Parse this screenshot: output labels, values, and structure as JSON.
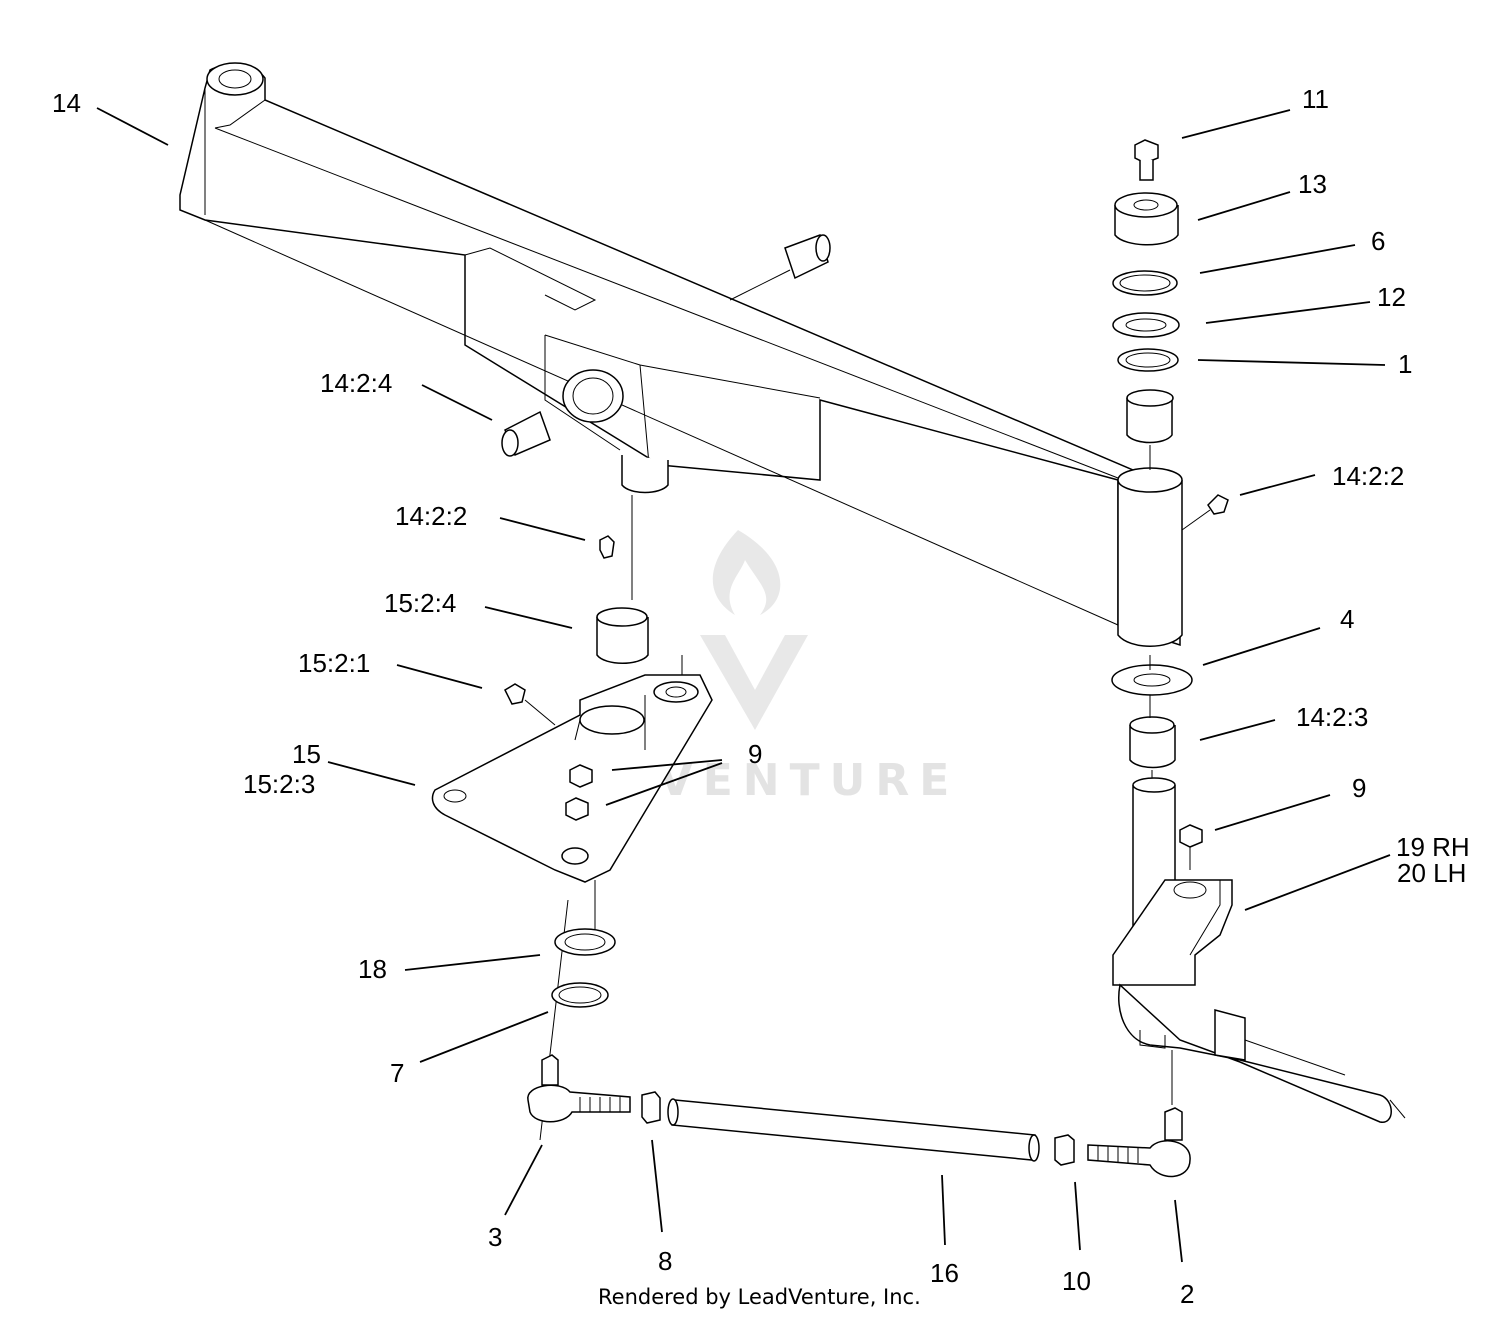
{
  "callouts": {
    "c14": "14",
    "c11": "11",
    "c13": "13",
    "c6": "6",
    "c12": "12",
    "c1": "1",
    "c1422_right": "14:2:2",
    "c1424": "14:2:4",
    "c1422_left": "14:2:2",
    "c1524": "15:2:4",
    "c1521": "15:2:1",
    "c4": "4",
    "c1423": "14:2:3",
    "c15": "15",
    "c1523": "15:2:3",
    "c9_left": "9",
    "c9_right": "9",
    "c19": "19 RH",
    "c20": "20 LH",
    "c18": "18",
    "c7": "7",
    "c3": "3",
    "c8": "8",
    "c16": "16",
    "c10": "10",
    "c2": "2"
  },
  "watermark": "LEADVENTURE",
  "footer": "Rendered by LeadVenture, Inc."
}
